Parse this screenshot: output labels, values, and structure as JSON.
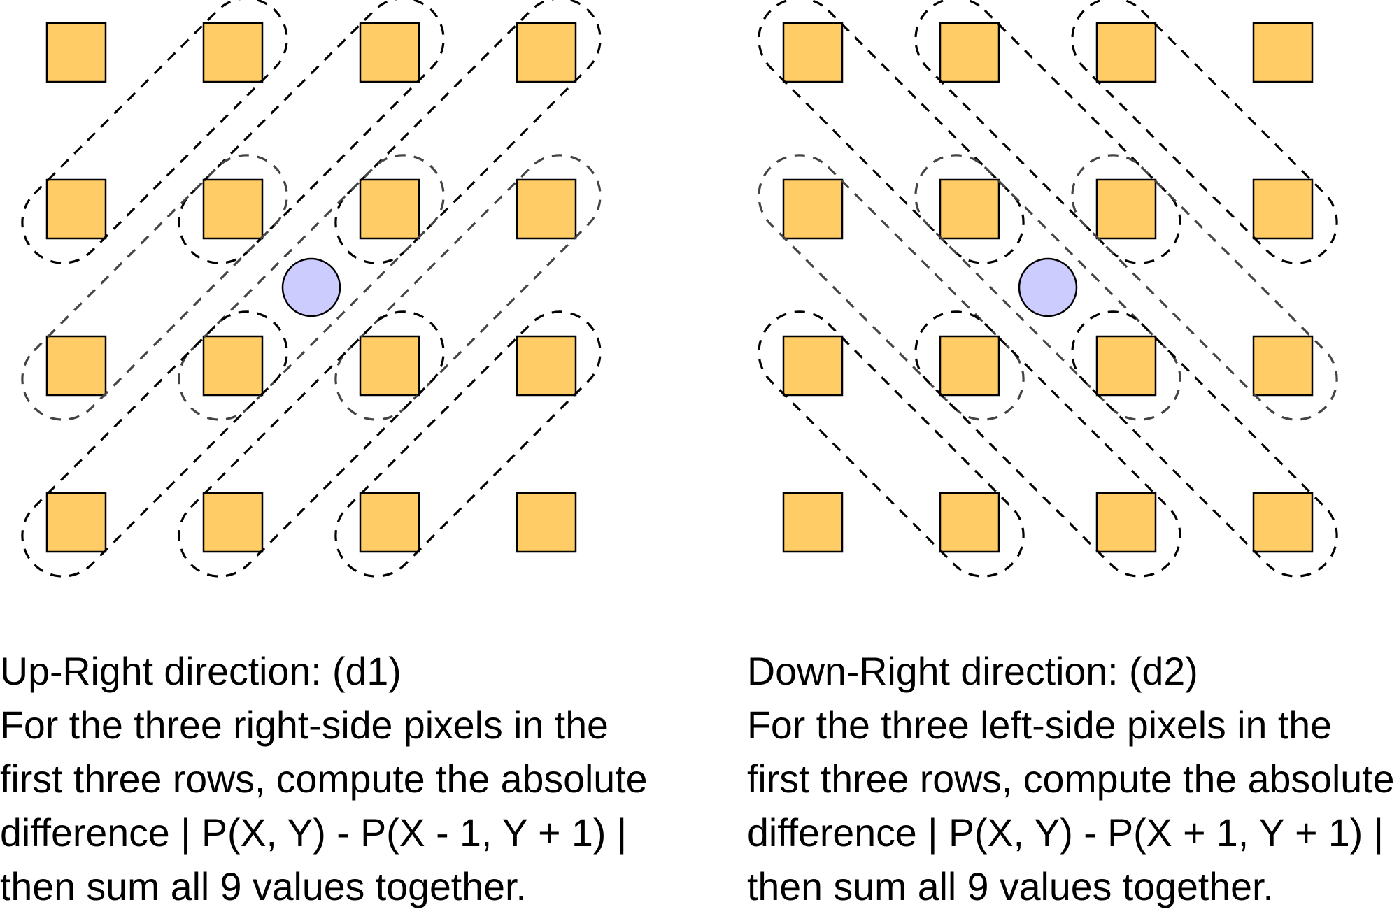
{
  "colors": {
    "pixel_fill": "#FFCC66",
    "pixel_stroke": "#000000",
    "center_fill": "#CCCCFF",
    "center_stroke": "#000000",
    "outline_black": "#000000",
    "outline_gray": "#444444"
  },
  "panels": [
    {
      "id": "d1",
      "direction": "up-right",
      "grid": {
        "rows": 4,
        "cols": 4
      },
      "center_marker": {
        "between_rows": [
          2,
          3
        ],
        "between_cols": [
          2,
          3
        ]
      },
      "groups": [
        {
          "from": [
            2,
            1
          ],
          "to": [
            1,
            2
          ],
          "color": "black"
        },
        {
          "from": [
            2,
            2
          ],
          "to": [
            1,
            3
          ],
          "color": "black"
        },
        {
          "from": [
            2,
            3
          ],
          "to": [
            1,
            4
          ],
          "color": "black"
        },
        {
          "from": [
            3,
            1
          ],
          "to": [
            2,
            2
          ],
          "color": "gray"
        },
        {
          "from": [
            3,
            2
          ],
          "to": [
            2,
            3
          ],
          "color": "gray"
        },
        {
          "from": [
            3,
            3
          ],
          "to": [
            2,
            4
          ],
          "color": "gray"
        },
        {
          "from": [
            4,
            1
          ],
          "to": [
            3,
            2
          ],
          "color": "black"
        },
        {
          "from": [
            4,
            2
          ],
          "to": [
            3,
            3
          ],
          "color": "black"
        },
        {
          "from": [
            4,
            3
          ],
          "to": [
            3,
            4
          ],
          "color": "black"
        }
      ],
      "caption": {
        "title": "Up-Right direction: (d1)",
        "lines": [
          "For the three right-side pixels in the",
          "first three rows, compute the absolute",
          "difference | P(X, Y) - P(X - 1, Y + 1) |",
          "then sum all 9 values together."
        ]
      }
    },
    {
      "id": "d2",
      "direction": "down-right",
      "grid": {
        "rows": 4,
        "cols": 4
      },
      "center_marker": {
        "between_rows": [
          2,
          3
        ],
        "between_cols": [
          2,
          3
        ]
      },
      "groups": [
        {
          "from": [
            1,
            1
          ],
          "to": [
            2,
            2
          ],
          "color": "black"
        },
        {
          "from": [
            1,
            2
          ],
          "to": [
            2,
            3
          ],
          "color": "black"
        },
        {
          "from": [
            1,
            3
          ],
          "to": [
            2,
            4
          ],
          "color": "black"
        },
        {
          "from": [
            2,
            1
          ],
          "to": [
            3,
            2
          ],
          "color": "gray"
        },
        {
          "from": [
            2,
            2
          ],
          "to": [
            3,
            3
          ],
          "color": "gray"
        },
        {
          "from": [
            2,
            3
          ],
          "to": [
            3,
            4
          ],
          "color": "gray"
        },
        {
          "from": [
            3,
            1
          ],
          "to": [
            4,
            2
          ],
          "color": "black"
        },
        {
          "from": [
            3,
            2
          ],
          "to": [
            4,
            3
          ],
          "color": "black"
        },
        {
          "from": [
            3,
            3
          ],
          "to": [
            4,
            4
          ],
          "color": "black"
        }
      ],
      "caption": {
        "title": "Down-Right direction: (d2)",
        "lines": [
          "For the three left-side pixels in the",
          "first three rows, compute the absolute",
          "difference | P(X, Y) - P(X + 1, Y + 1) |",
          "then sum all 9 values together."
        ]
      }
    }
  ]
}
